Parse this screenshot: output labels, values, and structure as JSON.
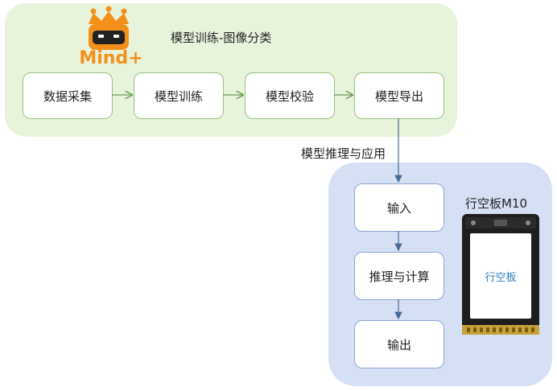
{
  "diagram": {
    "logo_text": "Mind+",
    "train_title": "模型训练-图像分类",
    "train_steps": [
      "数据采集",
      "模型训练",
      "模型校验",
      "模型导出"
    ],
    "infer_title": "模型推理与应用",
    "infer_steps": [
      "输入",
      "推理与计算",
      "输出"
    ],
    "device_title": "行空板M10",
    "device_screen": "行空板"
  },
  "colors": {
    "train_panel": "#e8f3dc",
    "infer_panel": "#d5e0f4",
    "train_border": "#97c27f",
    "infer_border": "#8fa6d2",
    "logo_orange": "#f2901a",
    "arrow": "#4a6a96"
  }
}
